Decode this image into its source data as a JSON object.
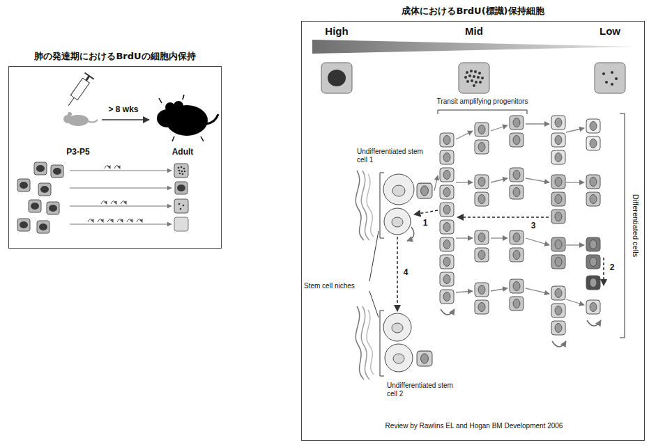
{
  "diagram": {
    "caption": "Review by Rawlins EL and Hogan BM Development 2006",
    "nodes": [
      {
        "text": [
          "肺の発達期におけるBrdUの細胞内保持"
        ]
      },
      {
        "text": [
          "成体におけるBrdU(標識)保持細胞"
        ]
      }
    ],
    "labels": [
      "> 8 wks",
      "P3-P5",
      "Adult",
      "High",
      "Mid",
      "Low",
      "Transit amplifying progenitors",
      "Undifferentiated stem cell 1",
      "Stem cell niches",
      "Undifferentiated stem cell 2",
      "Differentiated cells",
      "1",
      "2",
      "3",
      "4"
    ]
  }
}
